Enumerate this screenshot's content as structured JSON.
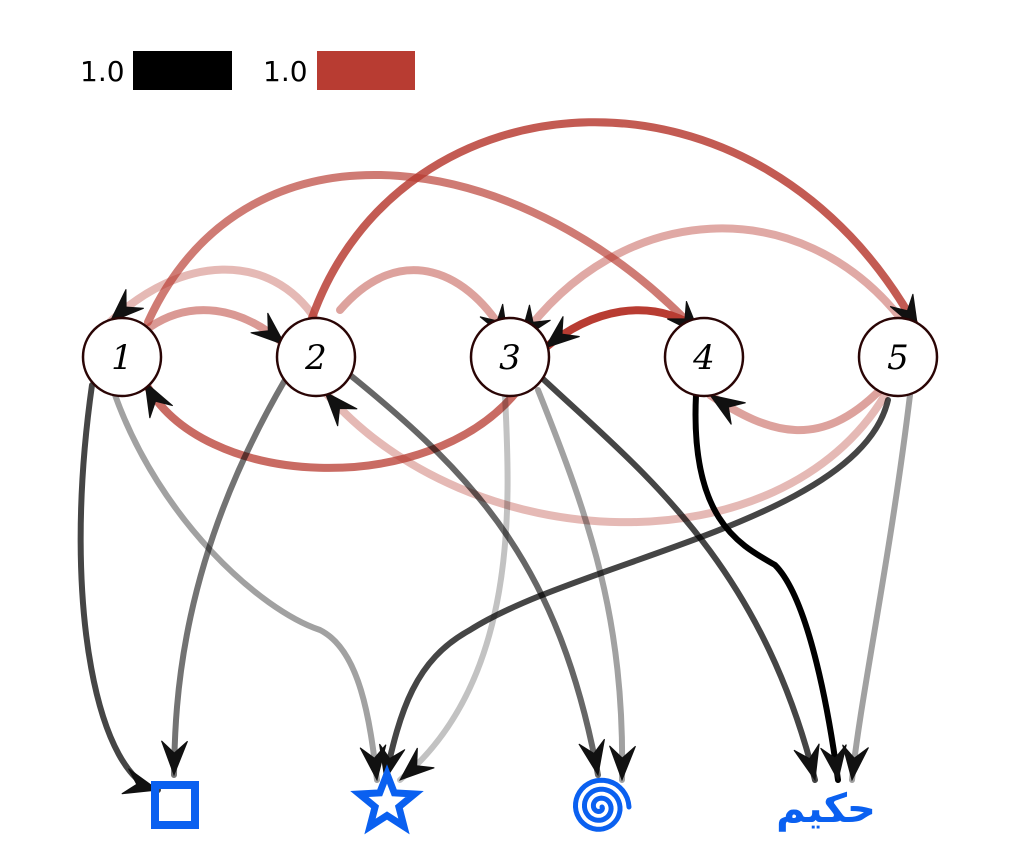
{
  "legend": [
    {
      "label": "1.0",
      "color": "#000000"
    },
    {
      "label": "1.0",
      "color": "#b83c32"
    }
  ],
  "nodes": [
    {
      "id": "1",
      "label": "1"
    },
    {
      "id": "2",
      "label": "2"
    },
    {
      "id": "3",
      "label": "3"
    },
    {
      "id": "4",
      "label": "4"
    },
    {
      "id": "5",
      "label": "5"
    }
  ],
  "outputs": [
    {
      "id": "square",
      "symbol": "square",
      "color": "#0a60f0"
    },
    {
      "id": "star",
      "symbol": "star",
      "color": "#0a60f0"
    },
    {
      "id": "spiral",
      "symbol": "spiral",
      "color": "#0a60f0"
    },
    {
      "id": "word",
      "symbol": "text",
      "text": "حكيم",
      "color": "#0a60f0"
    }
  ],
  "colors": {
    "recurrent": "#b83c32",
    "output": "#000000",
    "node_fill": "#ffffff",
    "node_stroke": "#2a0505"
  },
  "recurrent_edges": [
    {
      "from": "1",
      "to": "2",
      "weight": 0.4
    },
    {
      "from": "2",
      "to": "1",
      "weight": 0.2
    },
    {
      "from": "1",
      "to": "4",
      "weight": 0.6
    },
    {
      "from": "2",
      "to": "5",
      "weight": 0.8
    },
    {
      "from": "2",
      "to": "3",
      "weight": 0.35
    },
    {
      "from": "5",
      "to": "3",
      "weight": 0.3
    },
    {
      "from": "4",
      "to": "3",
      "weight": 1.0
    },
    {
      "from": "5",
      "to": "4",
      "weight": 0.35
    },
    {
      "from": "3",
      "to": "1",
      "weight": 0.7
    },
    {
      "from": "5",
      "to": "2",
      "weight": 0.2
    }
  ],
  "output_edges": [
    {
      "from": "1",
      "to": "square",
      "weight": 0.7
    },
    {
      "from": "1",
      "to": "star",
      "weight": 0.3
    },
    {
      "from": "2",
      "to": "square",
      "weight": 0.5
    },
    {
      "from": "2",
      "to": "spiral",
      "weight": 0.55
    },
    {
      "from": "3",
      "to": "star",
      "weight": 0.15
    },
    {
      "from": "3",
      "to": "spiral",
      "weight": 0.3
    },
    {
      "from": "3",
      "to": "word",
      "weight": 0.7
    },
    {
      "from": "4",
      "to": "word",
      "weight": 1.0
    },
    {
      "from": "5",
      "to": "star",
      "weight": 0.7
    },
    {
      "from": "5",
      "to": "word",
      "weight": 0.3
    }
  ]
}
